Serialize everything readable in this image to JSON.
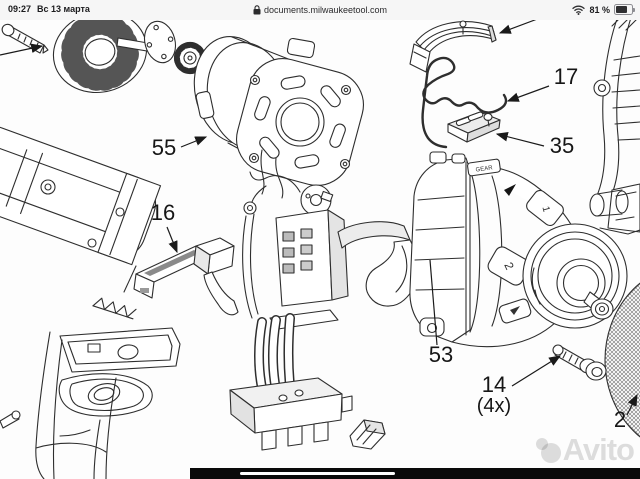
{
  "status_bar": {
    "time": "09:27",
    "date": "Вс 13 марта",
    "wifi_icon": "wifi",
    "battery_percent": "81 %",
    "battery_icon": "battery-three-quarters"
  },
  "url_bar": {
    "lock_icon": "padlock",
    "url": "documents.milwaukeetool.com"
  },
  "diagram": {
    "type": "exploded-parts-diagram",
    "subject": "power-tool-exploded-view",
    "labels": {
      "l55": "55",
      "l16": "16",
      "l17": "17",
      "l35": "35",
      "l53": "53",
      "l14": "14",
      "l14_qty": "(4x)",
      "l2": "2"
    },
    "markings": {
      "gear_plate": "GEAR",
      "speed_1": "1",
      "speed_2": "2"
    }
  },
  "watermark": {
    "text": "Avito"
  },
  "colors": {
    "line": "#2e2e2e",
    "background": "#ffffff",
    "statusbar_bg": "#f6f6f6",
    "bottom_bar": "#0a0a0a",
    "watermark": "rgba(0,0,0,0.13)"
  }
}
